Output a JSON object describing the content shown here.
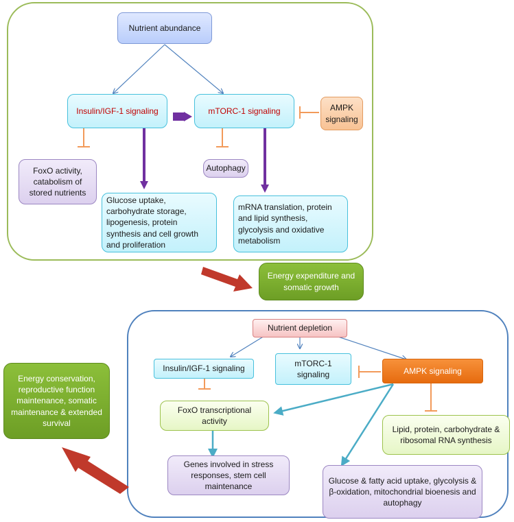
{
  "top": {
    "nutrient_abundance": "Nutrient abundance",
    "insulin": "Insulin/IGF-1 signaling",
    "mtorc": "mTORC-1 signaling",
    "ampk": "AMPK signaling",
    "foxo": "FoxO activity, catabolism of stored nutrients",
    "autophagy": "Autophagy",
    "glucose": "Glucose uptake, carbohydrate storage, lipogenesis, protein synthesis and cell growth and proliferation",
    "mrna": "mRNA translation, protein and lipid synthesis, glycolysis and oxidative metabolism"
  },
  "energy_expenditure": "Energy expenditure and somatic growth",
  "bottom": {
    "nutrient_depletion": "Nutrient depletion",
    "insulin": "Insulin/IGF-1 signaling",
    "mtorc": "mTORC-1 signaling",
    "ampk": "AMPK signaling",
    "foxo": "FoxO transcriptional activity",
    "lipid": "Lipid, protein, carbohydrate & ribosomal RNA synthesis",
    "genes": "Genes involved in stress responses, stem cell maintenance",
    "glucose": "Glucose & fatty acid uptake, glycolysis & β-oxidation, mitochondrial bioenesis and autophagy"
  },
  "energy_conservation": "Energy conservation, reproductive function maintenance, somatic maintenance & extended survival",
  "colors": {
    "top_border": "#9bbb59",
    "bottom_border": "#4f81bd",
    "inhibit": "#f29a5a",
    "purple_arrow": "#7030a0",
    "teal_arrow": "#4bacc6",
    "red_arrow": "#c0392b"
  }
}
